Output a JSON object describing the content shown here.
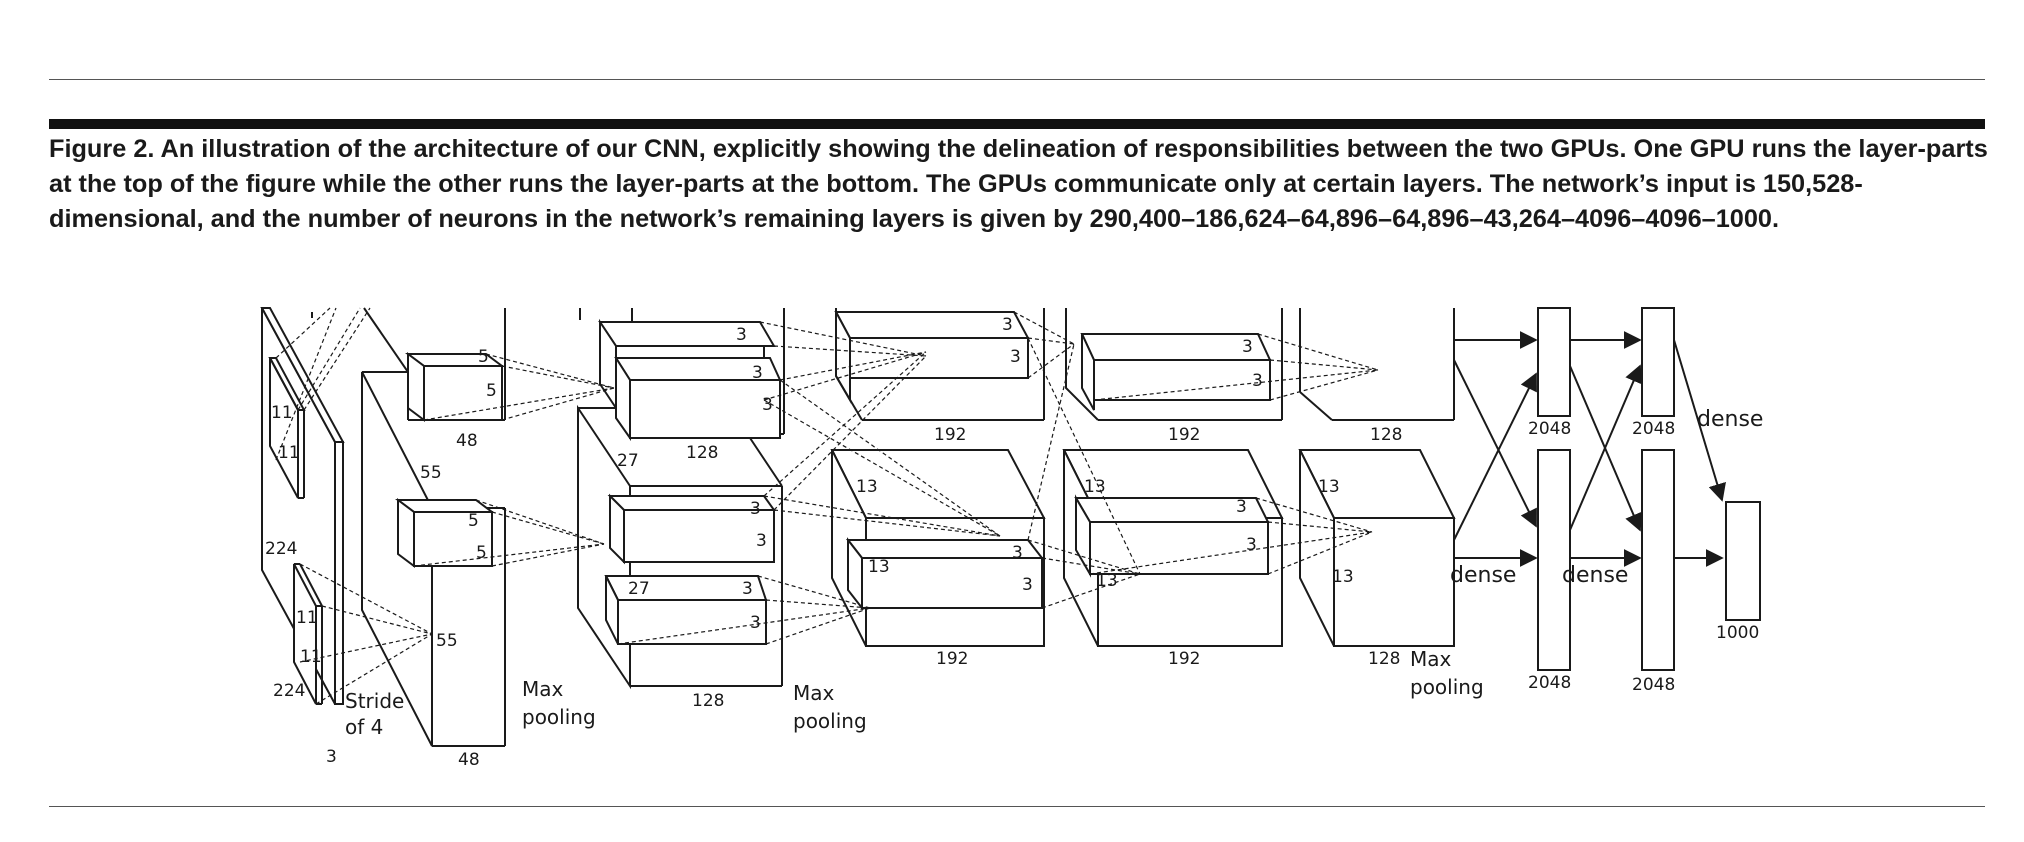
{
  "caption": "Figure 2. An illustration of the architecture of our CNN, explicitly showing the delineation of responsibilities between the two GPUs. One GPU runs the layer-parts at the top of the figure while the other runs the layer-parts at the bottom. The GPUs communicate only at certain layers. The network’s input is 150,528-dimensional, and the number of neurons in the network’s remaining layers is given by 290,400–186,624–64,896–64,896–43,264–4096–4096–1000.",
  "diagram": {
    "input": {
      "height": "224",
      "width": "224",
      "depth": "3",
      "kernel_h": "11",
      "kernel_w": "11",
      "stride": "Stride\nof 4"
    },
    "conv1": {
      "size": "55",
      "depth": "48",
      "kernel_a": "5",
      "kernel_b": "5",
      "pool": "Max\npooling"
    },
    "conv2": {
      "size": "27",
      "depth": "128",
      "kernel_a": "3",
      "kernel_b": "3",
      "pool": "Max\npooling"
    },
    "conv3": {
      "size": "13",
      "depth": "192",
      "kernel_a": "3",
      "kernel_b": "3"
    },
    "conv4": {
      "size": "13",
      "depth": "192",
      "kernel_a": "3",
      "kernel_b": "3"
    },
    "conv5": {
      "size": "13",
      "depth": "128",
      "pool": "Max\npooling"
    },
    "fc6": {
      "units": "2048",
      "connection": "dense"
    },
    "fc7": {
      "units": "2048",
      "connection": "dense"
    },
    "output": {
      "units": "1000",
      "connection": "dense"
    }
  }
}
